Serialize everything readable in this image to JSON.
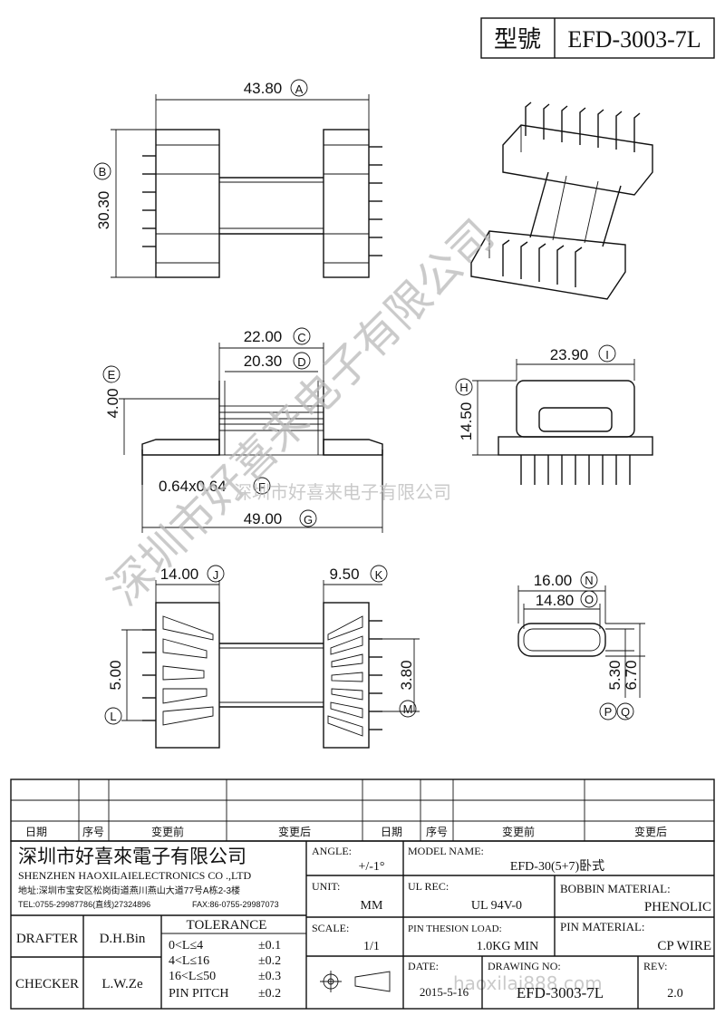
{
  "header": {
    "model_label": "型號",
    "model_value": "EFD-3003-7L"
  },
  "dims": {
    "A": {
      "value": "43.80",
      "letter": "A"
    },
    "B": {
      "value": "30.30",
      "letter": "B"
    },
    "C": {
      "value": "22.00",
      "letter": "C"
    },
    "D": {
      "value": "20.30",
      "letter": "D"
    },
    "E": {
      "value": "4.00",
      "letter": "E"
    },
    "F": {
      "value": "0.64x0.64",
      "letter": "F"
    },
    "G": {
      "value": "49.00",
      "letter": "G"
    },
    "H": {
      "value": "14.50",
      "letter": "H"
    },
    "I": {
      "value": "23.90",
      "letter": "I"
    },
    "J": {
      "value": "14.00",
      "letter": "J"
    },
    "K": {
      "value": "9.50",
      "letter": "K"
    },
    "L": {
      "value": "5.00",
      "letter": "L"
    },
    "M": {
      "value": "3.80",
      "letter": "M"
    },
    "N": {
      "value": "16.00",
      "letter": "N"
    },
    "O": {
      "value": "14.80",
      "letter": "O"
    },
    "P": {
      "value": "5.30",
      "letter": "P"
    },
    "Q": {
      "value": "6.70",
      "letter": "Q"
    }
  },
  "watermark": {
    "diagonal": "深圳市好喜来电子有限公司",
    "horizontal": "深圳市好喜来电子有限公司",
    "url": "haoxilai888.com"
  },
  "revision_table": {
    "headers": [
      "日期",
      "序号",
      "变更前",
      "变更后",
      "日期",
      "序号",
      "变更前",
      "变更后"
    ]
  },
  "company": {
    "name_cn": "深圳市好喜來電子有限公司",
    "name_en": "SHENZHEN HAOXILAIELECTRONICS CO .,LTD",
    "address": "地址:深圳市宝安区松岗街道燕川燕山大道77号A栋2-3楼",
    "tel": "TEL:0755-29987786(直线)27324896",
    "fax": "FAX:86-0755-29987073"
  },
  "titleblock": {
    "angle_label": "ANGLE:",
    "angle_value": "+/-1°",
    "model_name_label": "MODEL NAME:",
    "model_name_value": "EFD-30(5+7)卧式",
    "unit_label": "UNIT:",
    "unit_value": "MM",
    "ul_label": "UL REC:",
    "ul_value": "UL 94V-0",
    "bobbin_label": "BOBBIN MATERIAL:",
    "bobbin_value": "PHENOLIC",
    "scale_label": "SCALE:",
    "scale_value": "1/1",
    "pin_load_label": "PIN THESION LOAD:",
    "pin_load_value": "1.0KG MIN",
    "pin_mat_label": "PIN MATERIAL:",
    "pin_mat_value": "CP  WIRE",
    "date_label": "DATE:",
    "date_value": "2015-5-16",
    "drawing_label": "DRAWING NO:",
    "drawing_value": "EFD-3003-7L",
    "rev_label": "REV:",
    "rev_value": "2.0",
    "drafter_label": "DRAFTER",
    "drafter_value": "D.H.Bin",
    "checker_label": "CHECKER",
    "checker_value": "L.W.Ze",
    "tolerance_label": "TOLERANCE",
    "tol1": "0<L≤4",
    "tol1v": "±0.1",
    "tol2": "4<L≤16",
    "tol2v": "±0.2",
    "tol3": "16<L≤50",
    "tol3v": "±0.3",
    "tol4": "PIN PITCH",
    "tol4v": "±0.2"
  }
}
